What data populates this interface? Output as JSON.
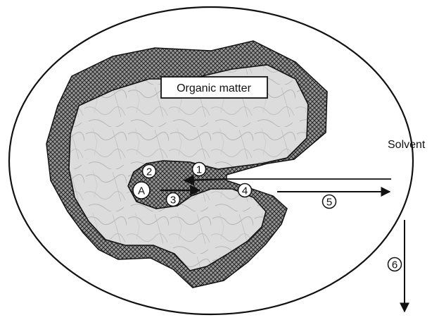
{
  "diagram": {
    "organic_matter_label": "Organic matter",
    "solvent_label": "Solvent",
    "analyte_label": "A",
    "steps": [
      "1",
      "2",
      "3",
      "4",
      "5",
      "6"
    ]
  },
  "colors": {
    "stroke": "#111111",
    "hatch_bg": "#9a9a9a",
    "hatch_line": "#2a2a2a",
    "matrix_base": "#dcdcdc"
  }
}
